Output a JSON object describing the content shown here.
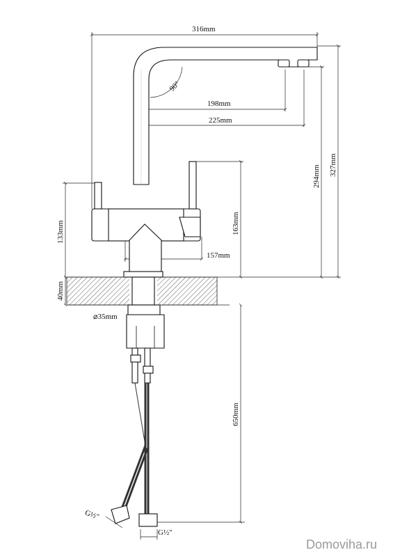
{
  "dimensions": {
    "d316": "316mm",
    "d198": "198mm",
    "d225": "225mm",
    "angle": "90°",
    "d294": "294mm",
    "d327": "327mm",
    "d133": "133mm",
    "d163": "163mm",
    "d157": "157mm",
    "d40": "40mm",
    "d35": "⌀35mm",
    "d650": "650mm",
    "thread_left": "G½\"",
    "thread_bottom": "G½\""
  },
  "watermark": "Domoviha.ru"
}
